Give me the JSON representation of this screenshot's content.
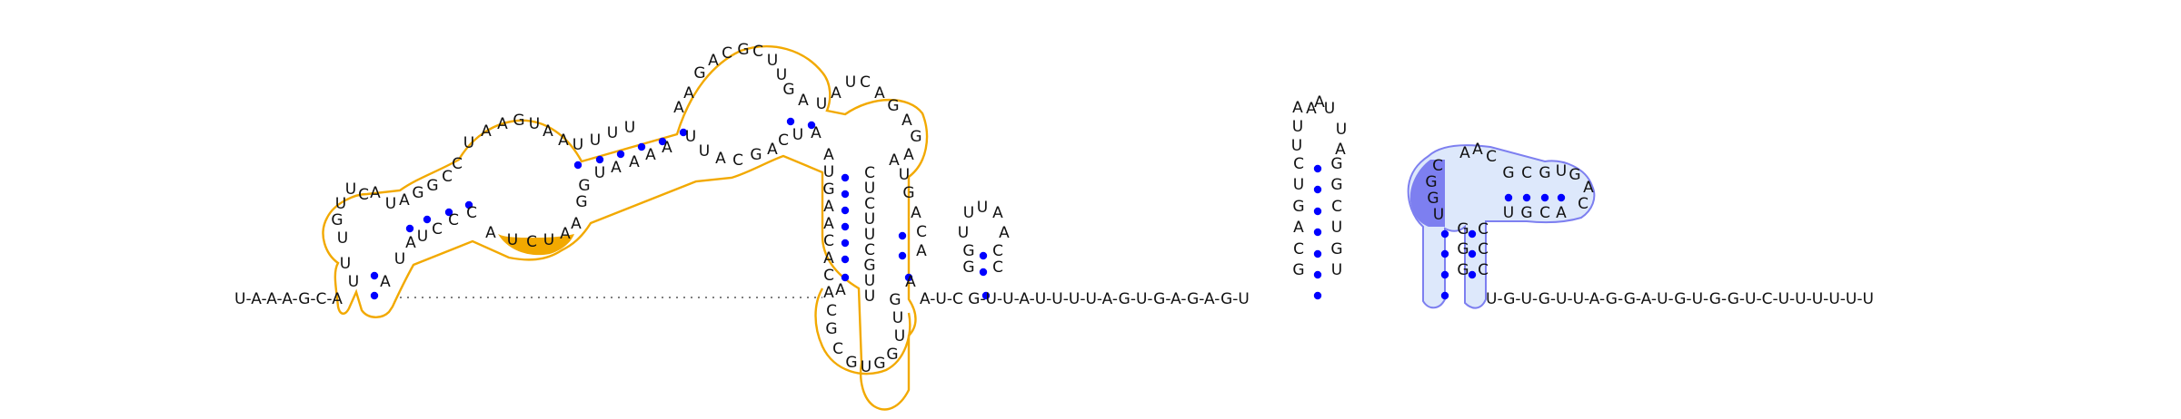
{
  "sequence": {
    "left_tail": "U-A-A-A-G-C-A",
    "middle_strand": "A-U-C G-U-U-A-U-U-U-U-A-G-U-G-A-G-A-G-U",
    "right_tail": "U-G-U-G-U-U-A-G-G-A-U-G-U-G-G-U-C-U-U-U-U-U-U"
  },
  "highlights": [
    {
      "name": "domain-1",
      "color": "#f2a900"
    },
    {
      "name": "domain-2",
      "color": "#7d7ff0"
    }
  ],
  "colors": {
    "pair_dot": "#0000ff",
    "orange": "#f2a900",
    "blue": "#7d7ff0",
    "blue_fill": "#dde8fb"
  }
}
